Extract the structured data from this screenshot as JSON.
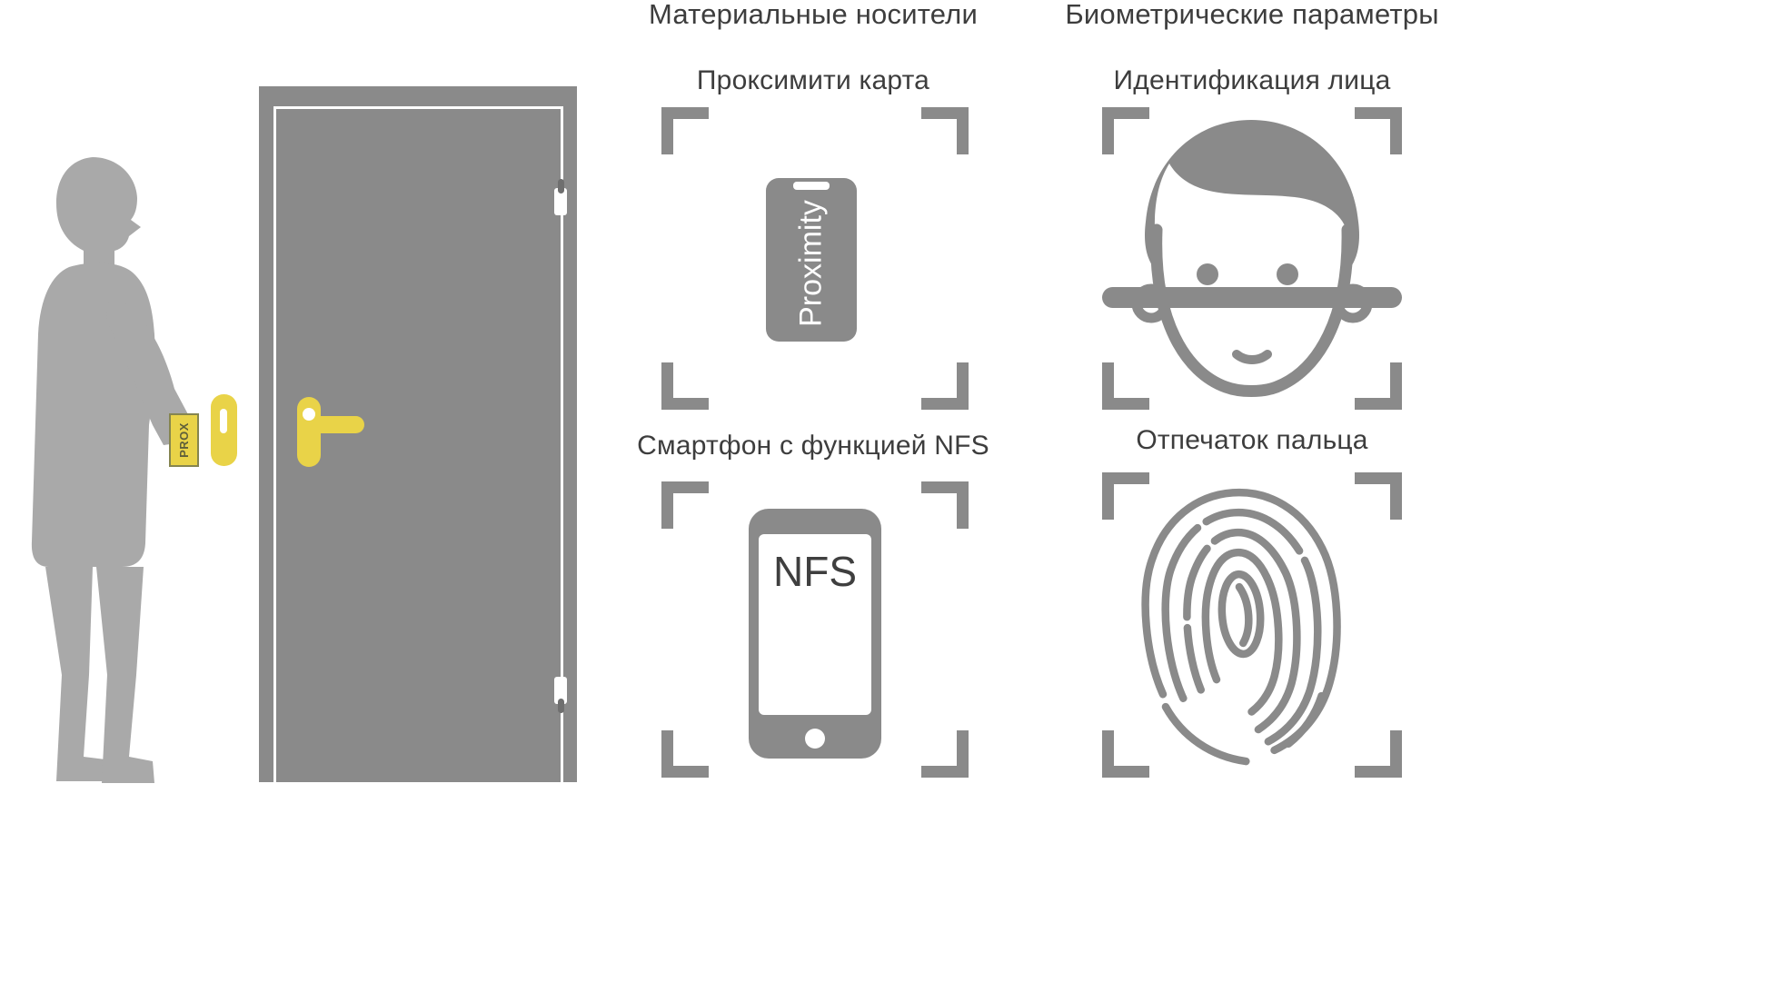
{
  "colors": {
    "gray": "#8a8a8a",
    "icon_gray": "#8a8a8a",
    "light_gray": "#a9a9a9",
    "text": "#3d3d3d",
    "yellow": "#e9d348",
    "white": "#ffffff"
  },
  "scene": {
    "person_icon": "person-silhouette",
    "door_icon": "door-with-hinges",
    "handle_icon": "door-lever-handle",
    "reader_icon": "wall-card-reader",
    "card_label": "PROX"
  },
  "columns": {
    "material": {
      "title": "Материальные носители",
      "items": [
        {
          "label": "Проксимити карта",
          "icon": "proximity-card-icon",
          "icon_text": "Proximity"
        },
        {
          "label": "Смартфон с функцией NFS",
          "icon": "nfc-smartphone-icon",
          "icon_text": "NFS"
        }
      ]
    },
    "biometric": {
      "title": "Биометрические параметры",
      "items": [
        {
          "label": "Идентификация лица",
          "icon": "face-scan-icon"
        },
        {
          "label": "Отпечаток пальца",
          "icon": "fingerprint-icon"
        }
      ]
    }
  }
}
